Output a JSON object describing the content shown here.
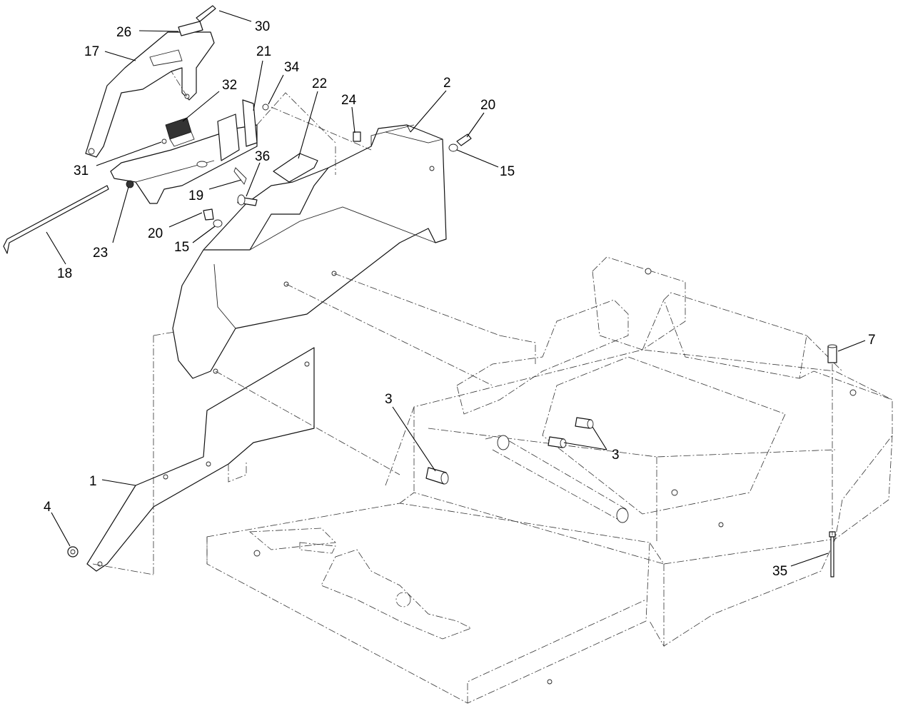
{
  "callouts": [
    {
      "id": "c30",
      "label": "30"
    },
    {
      "id": "c26",
      "label": "26"
    },
    {
      "id": "c17",
      "label": "17"
    },
    {
      "id": "c21",
      "label": "21"
    },
    {
      "id": "c34",
      "label": "34"
    },
    {
      "id": "c32",
      "label": "32"
    },
    {
      "id": "c22",
      "label": "22"
    },
    {
      "id": "c24",
      "label": "24"
    },
    {
      "id": "c2",
      "label": "2"
    },
    {
      "id": "c20a",
      "label": "20"
    },
    {
      "id": "c15a",
      "label": "15"
    },
    {
      "id": "c31",
      "label": "31"
    },
    {
      "id": "c36",
      "label": "36"
    },
    {
      "id": "c19",
      "label": "19"
    },
    {
      "id": "c23",
      "label": "23"
    },
    {
      "id": "c20b",
      "label": "20"
    },
    {
      "id": "c15b",
      "label": "15"
    },
    {
      "id": "c18",
      "label": "18"
    },
    {
      "id": "c7",
      "label": "7"
    },
    {
      "id": "c3a",
      "label": "3"
    },
    {
      "id": "c3b",
      "label": "3"
    },
    {
      "id": "c1",
      "label": "1"
    },
    {
      "id": "c4",
      "label": "4"
    },
    {
      "id": "c35",
      "label": "35"
    }
  ]
}
